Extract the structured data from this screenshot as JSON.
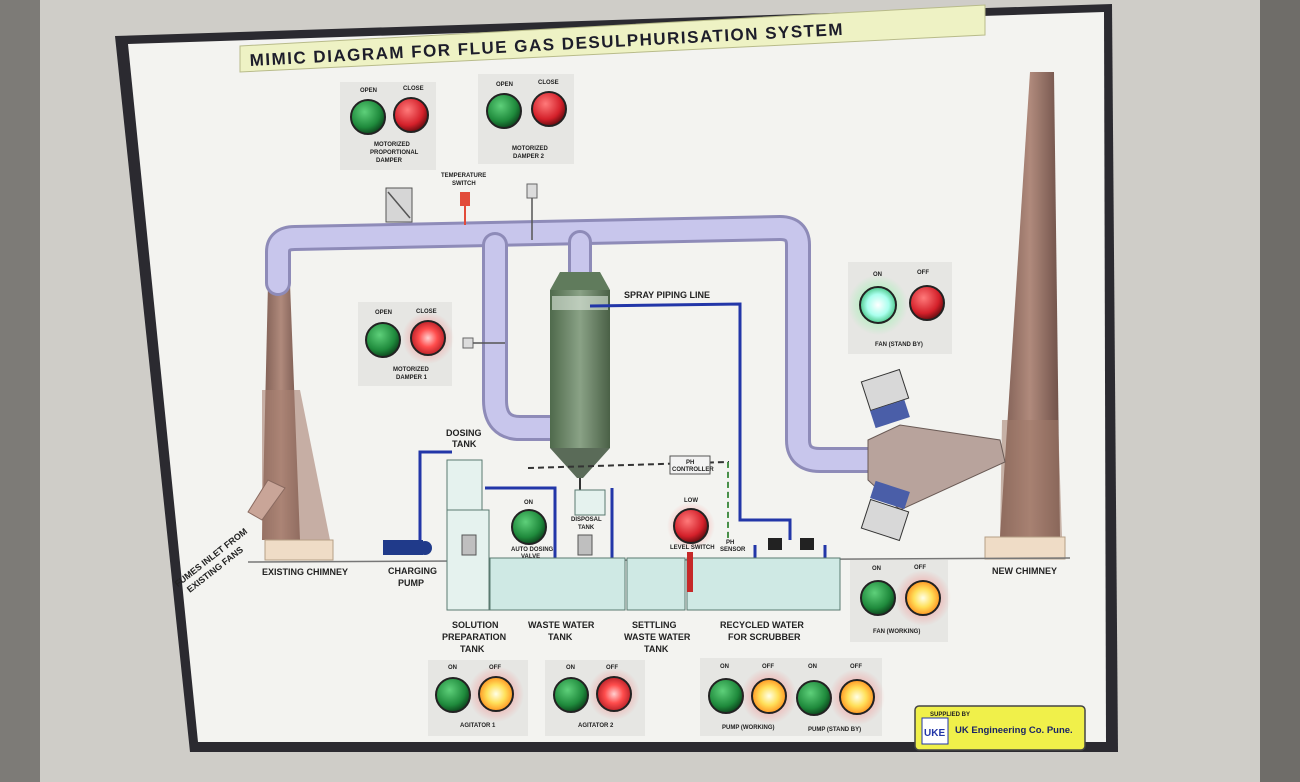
{
  "panel": {
    "title": "MIMIC DIAGRAM FOR FLUE GAS DESULPHURISATION SYSTEM"
  },
  "labels": {
    "open": "OPEN",
    "close": "CLOSE",
    "on": "ON",
    "off": "OFF",
    "low": "LOW",
    "motorized_proportional_damper_1": "MOTORIZED",
    "motorized_proportional_damper_2": "PROPORTIONAL",
    "motorized_proportional_damper_3": "DAMPER",
    "motorized_damper_2_1": "MOTORIZED",
    "motorized_damper_2_2": "DAMPER 2",
    "motorized_damper_1_1": "MOTORIZED",
    "motorized_damper_1_2": "DAMPER 1",
    "temperature_switch_1": "TEMPERATURE",
    "temperature_switch_2": "SWITCH",
    "spray_piping_line": "SPRAY PIPING LINE",
    "fan_stand_by": "FAN (STAND BY)",
    "fan_working": "FAN (WORKING)",
    "dosing_tank_1": "DOSING",
    "dosing_tank_2": "TANK",
    "auto_dosing_valve_1": "AUTO DOSING",
    "auto_dosing_valve_2": "VALVE",
    "disposal_tank_1": "DISPOSAL",
    "disposal_tank_2": "TANK",
    "ph_controller_1": "PH",
    "ph_controller_2": "CONTROLLER",
    "level_switch": "LEVEL SWITCH",
    "ph_sensor_1": "PH",
    "ph_sensor_2": "SENSOR",
    "fumes_inlet_1": "FUMES INLET FROM",
    "fumes_inlet_2": "EXISTING FANS",
    "existing_chimney": "EXISTING CHIMNEY",
    "new_chimney": "NEW CHIMNEY",
    "charging_pump_1": "CHARGING",
    "charging_pump_2": "PUMP",
    "solution_prep_1": "SOLUTION",
    "solution_prep_2": "PREPARATION",
    "solution_prep_3": "TANK",
    "waste_water_tank_1": "WASTE WATER",
    "waste_water_tank_2": "TANK",
    "settling_1": "SETTLING",
    "settling_2": "WASTE WATER",
    "settling_3": "TANK",
    "recycled_1": "RECYCLED WATER",
    "recycled_2": "FOR SCRUBBER",
    "agitator_1": "AGITATOR 1",
    "agitator_2": "AGITATOR 2",
    "pump_working": "PUMP (WORKING)",
    "pump_stand_by": "PUMP (STAND BY)"
  },
  "supplier": {
    "supplied_by": "SUPPLIED BY",
    "logo": "UKE",
    "company": "UK Engineering Co. Pune."
  },
  "colors": {
    "green_lamp": "#1f8a3c",
    "red_lamp": "#d4202a",
    "amber_lamp_lit": "#ffd23a",
    "red_lamp_lit": "#ff3a3a",
    "green_lamp_lit": "#dfffff",
    "duct": "#b3b0d8",
    "pipe_blue": "#2236a8",
    "title_bg": "#eef2c4"
  }
}
